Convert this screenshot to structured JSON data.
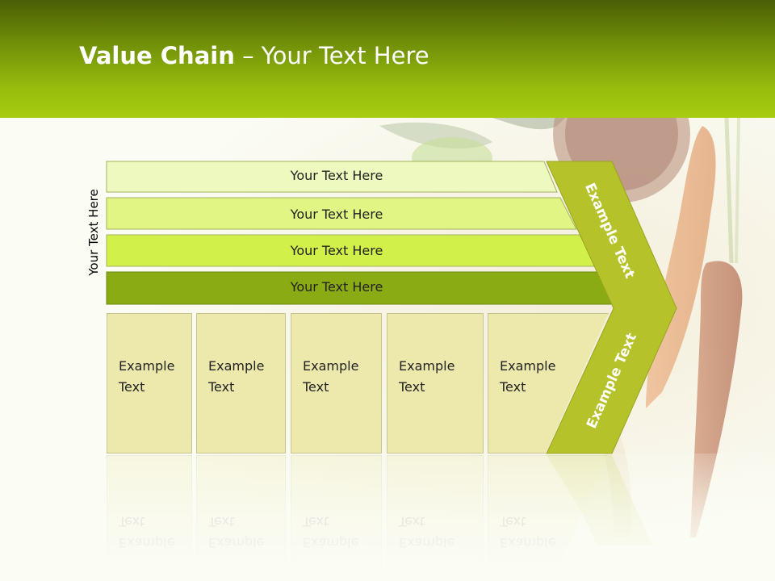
{
  "slide": {
    "title_bold": "Value Chain",
    "title_rest": " – Your Text Here",
    "vertical_label": "Your Text Here",
    "bars": [
      {
        "label": "Your Text Here",
        "color": "#eef9bf"
      },
      {
        "label": "Your Text Here",
        "color": "#e1f585"
      },
      {
        "label": "Your Text Here",
        "color": "#d2f04a"
      },
      {
        "label": "Your Text Here",
        "color": "#8aab14"
      }
    ],
    "columns": [
      {
        "line1": "Example",
        "line2": "Text"
      },
      {
        "line1": "Example",
        "line2": "Text"
      },
      {
        "line1": "Example",
        "line2": "Text"
      },
      {
        "line1": "Example",
        "line2": "Text"
      },
      {
        "line1": "Example",
        "line2": "Text"
      }
    ],
    "chevron": {
      "top_label": "Example Text",
      "bottom_label": "Example Text",
      "color": "#b5c22a"
    }
  }
}
